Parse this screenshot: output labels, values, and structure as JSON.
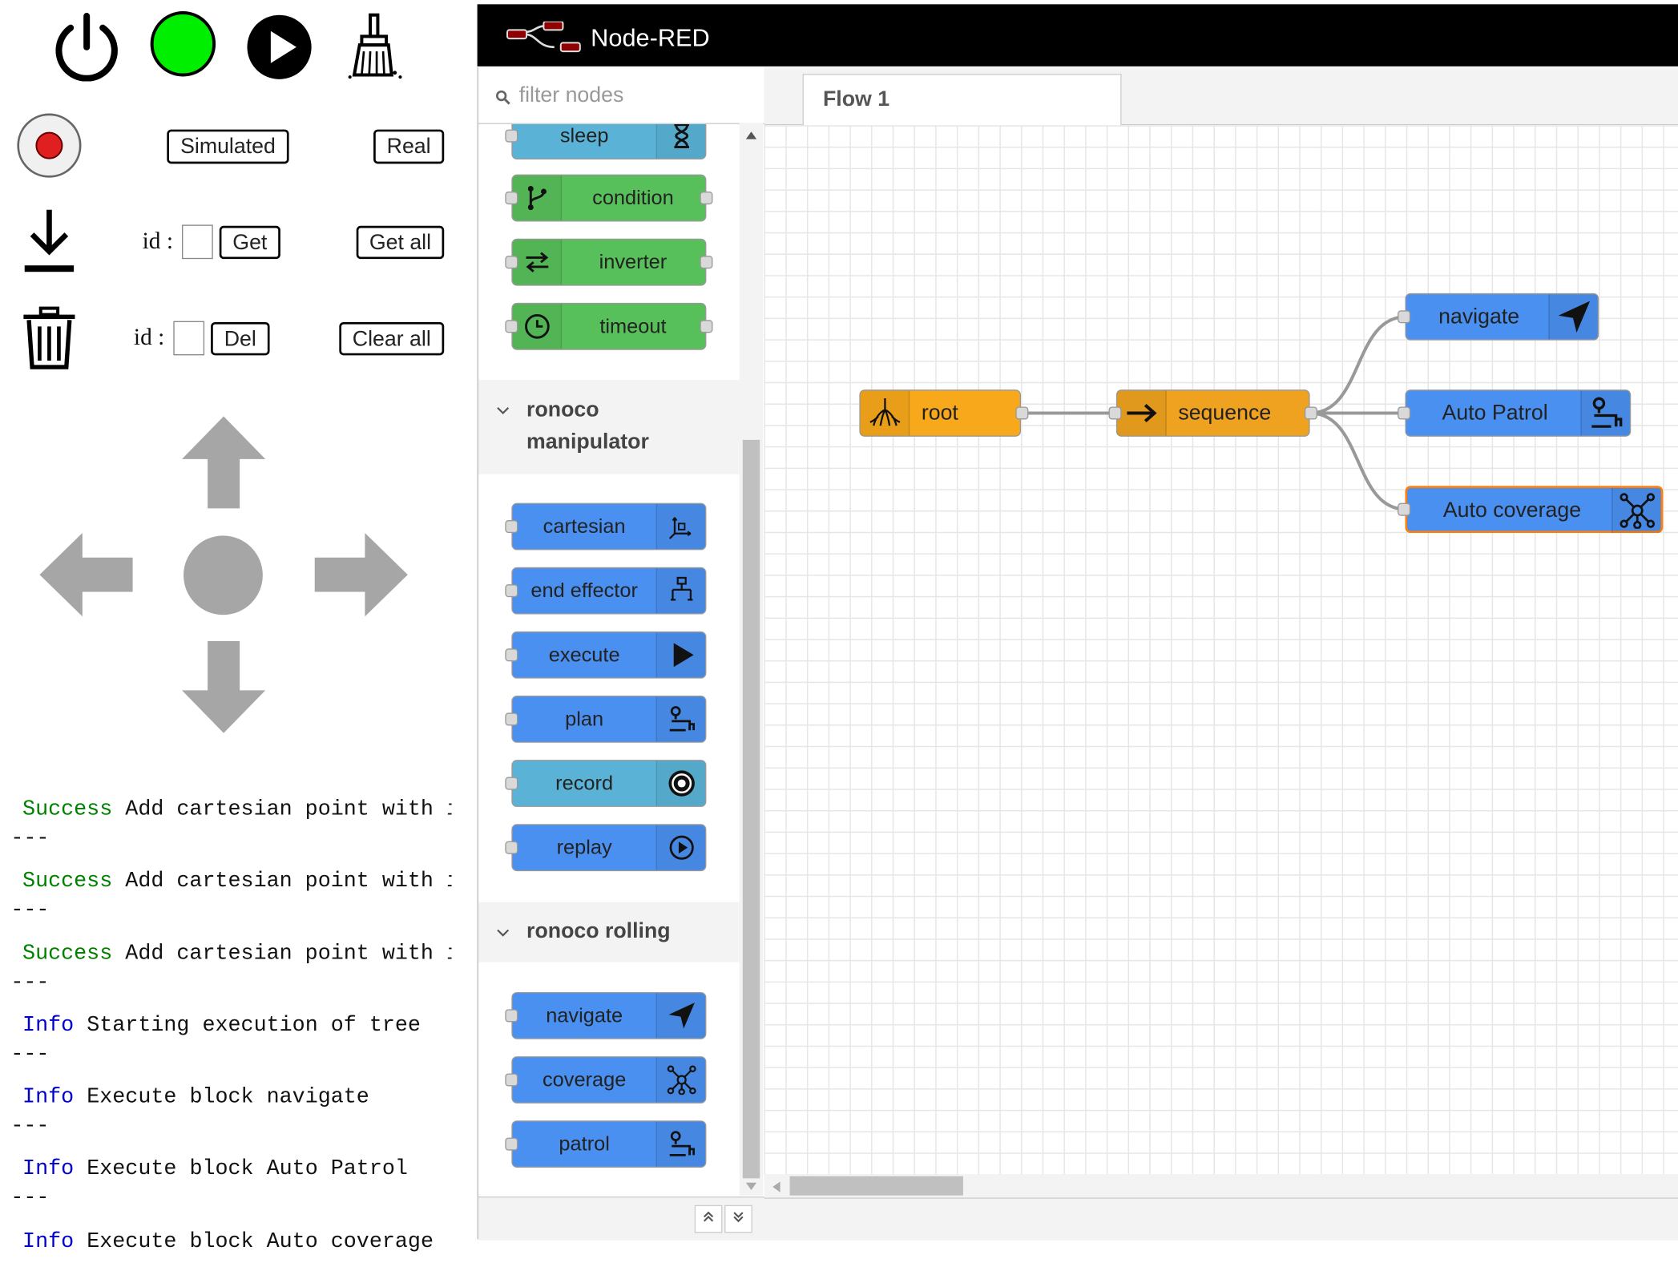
{
  "colors": {
    "node_blue": "#4a90f0",
    "node_lightblue": "#5ab3d6",
    "node_green": "#58c05a",
    "node_orange": "#f7a81b",
    "node_orange_dark": "#eea21f",
    "status_green": "#00ee00",
    "log_success": "#008000",
    "log_info": "#0000cc",
    "selected_outline": "#ff7f0e",
    "arrow_grey": "#a6a6a6"
  },
  "controls": {
    "top_icons": [
      "power-icon",
      "status-indicator",
      "play-icon",
      "broom-icon"
    ],
    "record_icon": "record-button-icon",
    "simulated_label": "Simulated",
    "real_label": "Real",
    "download_icon": "download-icon",
    "id_label_1": "id :",
    "get_label": "Get",
    "get_all_label": "Get all",
    "trash_icon": "trash-icon",
    "id_label_2": "id :",
    "del_label": "Del",
    "clear_all_label": "Clear all",
    "dpad_icons": [
      "arrow-up-icon",
      "arrow-left-icon",
      "center-stop-icon",
      "arrow-right-icon",
      "arrow-down-icon"
    ]
  },
  "log": [
    {
      "level": "Success",
      "message": "Add cartesian point with id",
      "separator": "---"
    },
    {
      "level": "Success",
      "message": "Add cartesian point with id",
      "separator": "---"
    },
    {
      "level": "Success",
      "message": "Add cartesian point with id",
      "separator": "---"
    },
    {
      "level": "Info",
      "message": "Starting execution of tree",
      "separator": "---"
    },
    {
      "level": "Info",
      "message": "Execute block navigate",
      "separator": "---"
    },
    {
      "level": "Info",
      "message": "Execute block Auto Patrol",
      "separator": "---"
    },
    {
      "level": "Info",
      "message": "Execute block Auto coverage",
      "separator": ""
    }
  ],
  "nodered": {
    "title": "Node-RED",
    "logo_icon": "node-red-logo-icon",
    "filter_placeholder": "filter nodes",
    "filter_icon": "search-icon",
    "palette": {
      "misc_nodes": [
        {
          "label": "sleep",
          "icon": "hourglass-icon"
        },
        {
          "label": "condition",
          "icon": "branch-icon"
        },
        {
          "label": "inverter",
          "icon": "swap-arrows-icon"
        },
        {
          "label": "timeout",
          "icon": "clock-icon"
        }
      ],
      "categories": [
        {
          "name_line1": "ronoco",
          "name_line2": "manipulator",
          "nodes": [
            {
              "label": "cartesian",
              "icon": "axes-icon"
            },
            {
              "label": "end effector",
              "icon": "gripper-icon"
            },
            {
              "label": "execute",
              "icon": "play-icon"
            },
            {
              "label": "plan",
              "icon": "route-icon"
            },
            {
              "label": "record",
              "icon": "record-icon"
            },
            {
              "label": "replay",
              "icon": "replay-icon"
            }
          ]
        },
        {
          "name_line1": "ronoco rolling",
          "name_line2": "",
          "nodes": [
            {
              "label": "navigate",
              "icon": "navigation-arrow-icon"
            },
            {
              "label": "coverage",
              "icon": "network-icon"
            },
            {
              "label": "patrol",
              "icon": "route-icon"
            }
          ]
        }
      ]
    },
    "tabs": [
      {
        "label": "Flow 1"
      }
    ],
    "flow_nodes": [
      {
        "label": "root",
        "icon": "tree-roots-icon"
      },
      {
        "label": "sequence",
        "icon": "arrow-right-icon"
      },
      {
        "label": "navigate",
        "icon": "navigation-arrow-icon"
      },
      {
        "label": "Auto Patrol",
        "icon": "route-icon"
      },
      {
        "label": "Auto coverage",
        "icon": "network-icon",
        "selected": true
      }
    ]
  }
}
